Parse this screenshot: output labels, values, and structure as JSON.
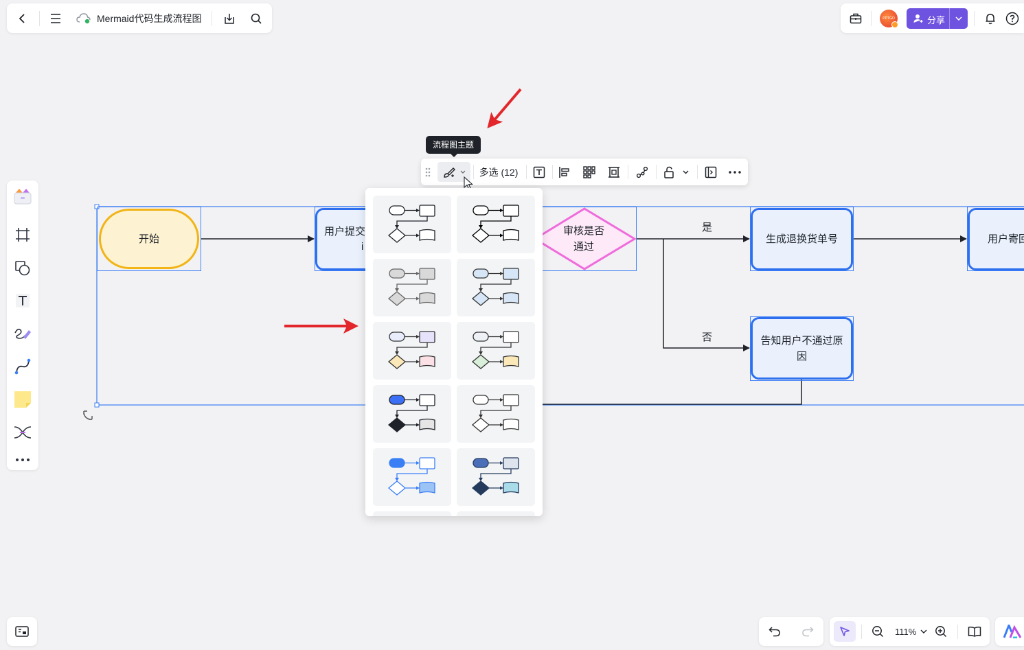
{
  "doc": {
    "title": "Mermaid代码生成流程图"
  },
  "topbar": {
    "share_label": "分享",
    "avatar_text": "PPTGO"
  },
  "toolbar": {
    "tooltip": "流程图主题",
    "multi_select_label": "多选 (12)"
  },
  "flowchart": {
    "nodes": {
      "start": "开始",
      "submit": "用户提交",
      "submit_tail": "i",
      "review": "审核是否\n通过",
      "generate": "生成退换货单号",
      "ship": "用户寄回",
      "notify": "告知用户不通过原\n因"
    },
    "edge_labels": {
      "yes": "是",
      "no": "否"
    }
  },
  "theme_panel": {
    "themes": [
      {
        "name": "default-outline",
        "terminal": "#ffffff",
        "process": "#ffffff",
        "decision": "#ffffff",
        "doc": "#ffffff",
        "stroke": "#1f2329"
      },
      {
        "name": "bold-outline",
        "terminal": "#ffffff",
        "process": "#ffffff",
        "decision": "#ffffff",
        "doc": "#ffffff",
        "stroke": "#000000"
      },
      {
        "name": "gray",
        "terminal": "#d9d9d9",
        "process": "#d9d9d9",
        "decision": "#d9d9d9",
        "doc": "#d9d9d9",
        "stroke": "#666666"
      },
      {
        "name": "light-blue",
        "terminal": "#d6e6f7",
        "process": "#d6e6f7",
        "decision": "#d6e6f7",
        "doc": "#d6e6f7",
        "stroke": "#333333"
      },
      {
        "name": "pastel",
        "terminal": "#e8ecfb",
        "process": "#e6e2fb",
        "decision": "#fbe8b8",
        "doc": "#fbe0e6",
        "stroke": "#333333"
      },
      {
        "name": "pastel-green",
        "terminal": "#eef1f6",
        "process": "#ffffff",
        "decision": "#d9efd9",
        "doc": "#fbe8b8",
        "stroke": "#333333"
      },
      {
        "name": "blue-dark",
        "terminal": "#3b6ff5",
        "process": "#ffffff",
        "decision": "#1f2329",
        "doc": "#e5e5e5",
        "stroke": "#1f2329"
      },
      {
        "name": "colorful-outline",
        "terminal": "#ffffff",
        "process": "#ffffff",
        "decision": "#ffffff",
        "doc": "#ffffff",
        "stroke": "#333333"
      },
      {
        "name": "blue-bright",
        "terminal": "#3b7ff5",
        "process": "#ffffff",
        "decision": "#ffffff",
        "doc": "#9cc3f5",
        "stroke": "#3b7ff5"
      },
      {
        "name": "navy",
        "terminal": "#4a6fb8",
        "process": "#dde4ee",
        "decision": "#243b5e",
        "doc": "#a9dbe8",
        "stroke": "#243b5e"
      }
    ]
  },
  "bottombar": {
    "zoom": "111%"
  },
  "colors": {
    "accent": "#6e52e0",
    "selection": "#3b7ff5",
    "start_fill": "#fdf3d2",
    "start_stroke": "#f2b416",
    "process_fill": "#eaf1fd",
    "process_stroke": "#2e6fef",
    "decision_fill": "#fde9f8",
    "decision_stroke": "#f06bdc",
    "annotation_arrow": "#e2262b"
  },
  "icons": [
    "back-icon",
    "menu-icon",
    "cloud-sync-icon",
    "download-icon",
    "search-icon",
    "toolbox-icon",
    "share-user-icon",
    "chevron-down-icon",
    "bell-icon",
    "help-icon",
    "palette-icon",
    "frame-icon",
    "shape-icon",
    "text-icon",
    "pen-icon",
    "connector-icon",
    "sticky-note-icon",
    "mindmap-icon",
    "more-icon",
    "drag-handle-icon",
    "theme-brush-icon",
    "text-box-icon",
    "align-icon",
    "grid-icon",
    "fit-icon",
    "link-icon",
    "lock-icon",
    "code-icon",
    "minimap-icon",
    "undo-icon",
    "redo-icon",
    "cursor-icon",
    "zoom-out-icon",
    "zoom-in-icon",
    "book-icon",
    "ai-logo-icon",
    "rotate-icon"
  ]
}
